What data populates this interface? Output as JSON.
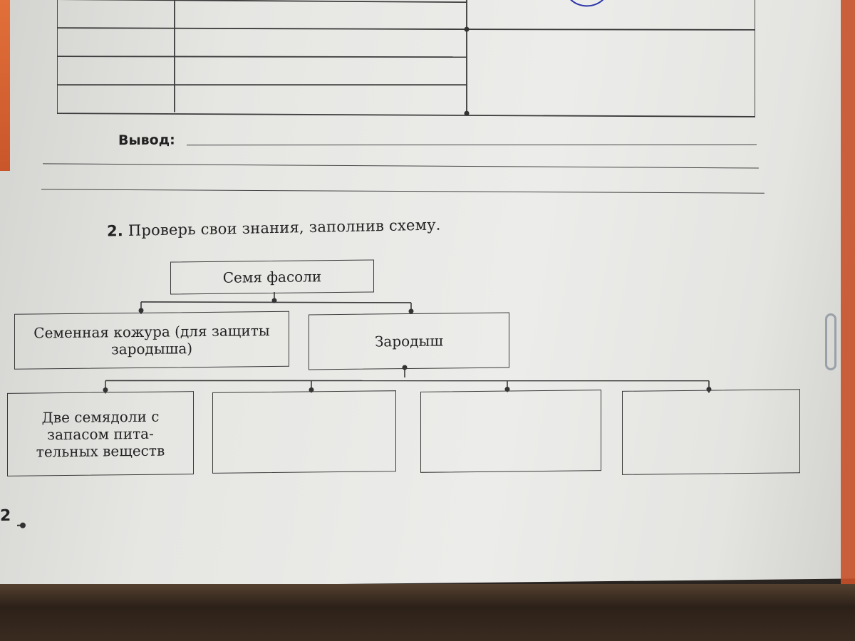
{
  "page": {
    "conclusion_label": "Вывод:",
    "task_number": "2.",
    "task_text": "Проверь свои знания, заполнив схему.",
    "page_number": "2"
  },
  "diagram": {
    "root": "Семя фасоли",
    "level1": {
      "left": "Семенная кожура (для защиты зародыша)",
      "right": "Зародыш"
    },
    "level2": [
      "Две семядоли с запасом пита-тельных веществ",
      "",
      "",
      ""
    ]
  },
  "colors": {
    "ink": "#222222",
    "pen": "#2a33a8",
    "cover_orange": "#e2703a"
  }
}
